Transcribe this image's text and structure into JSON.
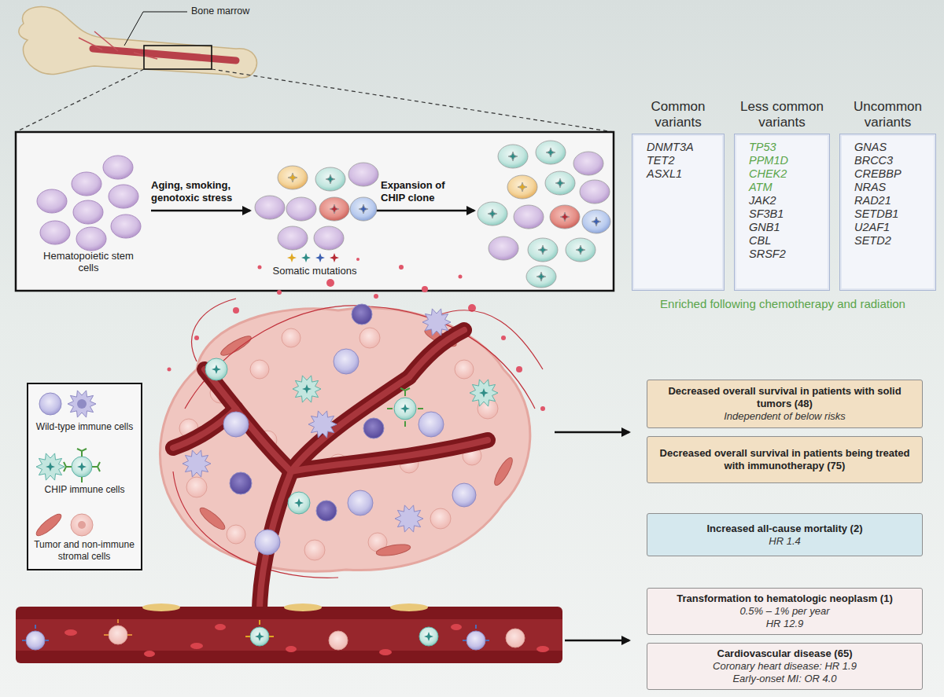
{
  "diagram": {
    "nodes": [
      {
        "text": [
          "Common variants",
          "DNMT3A",
          "TET2",
          "ASXL1"
        ]
      },
      {
        "text": [
          "Less common variants",
          "TP53",
          "PPM1D",
          "CHEK2",
          "ATM",
          "JAK2",
          "SF3B1",
          "GNB1",
          "CBL",
          "SRSF2"
        ]
      },
      {
        "text": [
          "Uncommon variants",
          "GNAS",
          "BRCC3",
          "CREBBP",
          "NRAS",
          "RAD21",
          "SETDB1",
          "U2AF1",
          "SETD2"
        ]
      },
      {
        "text": [
          "Decreased overall survival in patients with solid tumors (48)",
          "Independent of below risks"
        ]
      },
      {
        "text": [
          "Decreased overall survival in patients being treated with immunotherapy (75)"
        ]
      },
      {
        "text": [
          "Increased all-cause mortality (2)",
          "HR 1.4"
        ]
      },
      {
        "text": [
          "Transformation to hematologic neoplasm (1)",
          "0.5% – 1% per year",
          "HR 12.9"
        ]
      },
      {
        "text": [
          "Cardiovascular disease (65)",
          "Coronary heart disease: HR 1.9",
          "Early-onset MI: OR 4.0"
        ]
      }
    ],
    "labels": [
      "Bone marrow",
      "Aging, smoking, genotoxic stress",
      "Expansion of CHIP clone",
      "Hematopoietic stem cells",
      "Somatic mutations",
      "Enriched following chemotherapy and radiation"
    ],
    "legend": [
      {
        "text": "Wild-type immune cells"
      },
      {
        "text": "CHIP immune cells"
      },
      {
        "text": "Tumor and non-immune stromal cells"
      }
    ]
  }
}
